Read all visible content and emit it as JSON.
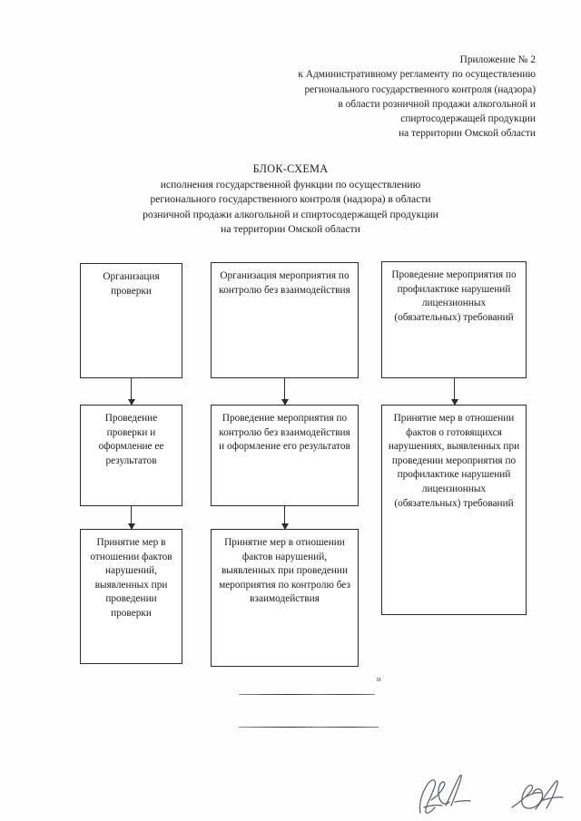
{
  "document": {
    "header": {
      "lines": [
        "Приложение № 2",
        "к Административному регламенту по осуществлению",
        "регионального государственного контроля (надзора)",
        "в области розничной продажи алкогольной и",
        "спиртосодержащей продукции",
        "на территории  Омской области"
      ]
    },
    "title": {
      "main": "БЛОК-СХЕМА",
      "lines": [
        "исполнения государственной функции по осуществлению",
        "регионального государственного контроля (надзора) в области",
        "розничной продажи алкогольной и спиртосодержащей продукции",
        "на территории Омской области"
      ]
    },
    "flowchart": {
      "columns": [
        {
          "name": "column-inspection",
          "nodes": [
            {
              "id": "c1-r1",
              "text": "Организация проверки"
            },
            {
              "id": "c1-r2",
              "text": "Проведение проверки и оформление ее результатов"
            },
            {
              "id": "c1-r3",
              "text": "Принятие мер в отношении фактов нарушений, выявленных при проведении проверки"
            }
          ]
        },
        {
          "name": "column-no-interaction-control",
          "nodes": [
            {
              "id": "c2-r1",
              "text": "Организация мероприятия по контролю без взаимодействия"
            },
            {
              "id": "c2-r2",
              "text": "Проведение мероприятия по контролю без взаимодействия и оформление его результатов"
            },
            {
              "id": "c2-r3",
              "text": "Принятие мер в отношении фактов нарушений, выявленных при проведении мероприятия по контролю без взаимодействия"
            }
          ]
        },
        {
          "name": "column-prevention",
          "nodes": [
            {
              "id": "c3-r1",
              "text": "Проведение мероприятия по профилактике нарушений лицензионных (обязательных) требований"
            },
            {
              "id": "c3-r2",
              "text": "Принятие мер в отношении фактов о готовящихся нарушениях, выявленных при проведении мероприятия по профилактике нарушений лицензионных (обязательных) требований"
            }
          ]
        }
      ]
    },
    "footer": {
      "stray_mark": "н",
      "signature_lines": 2,
      "signatures": 2
    },
    "colors": {
      "page_background": "#fefefe",
      "text": "#1c1c1c",
      "border": "#2b2b2b",
      "ink": "#5b5f6b"
    }
  }
}
